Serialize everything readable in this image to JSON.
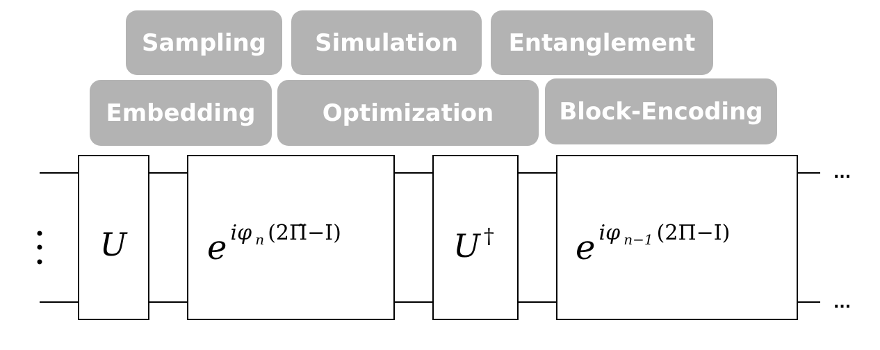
{
  "tags": {
    "sampling": "Sampling",
    "simulation": "Simulation",
    "entanglement": "Entanglement",
    "embedding": "Embedding",
    "optimization": "Optimization",
    "block_encoding": "Block-Encoding"
  },
  "circuit": {
    "gate1": "U",
    "gate2_base": "e",
    "gate2_exp_pre": "iφ",
    "gate2_exp_sub": "n",
    "gate2_exp_post": "(2Π̃−I)",
    "gate3_base": "U",
    "gate3_sup": "†",
    "gate4_base": "e",
    "gate4_exp_pre": "iφ",
    "gate4_exp_sub": "n−1",
    "gate4_exp_post": "(2Π−I)",
    "continuation_top": "...",
    "continuation_bottom": "..."
  },
  "colors": {
    "tag_fill": "#b3b3b3",
    "tag_text": "#ffffff",
    "wire": "#000000",
    "gate_border": "#000000"
  }
}
